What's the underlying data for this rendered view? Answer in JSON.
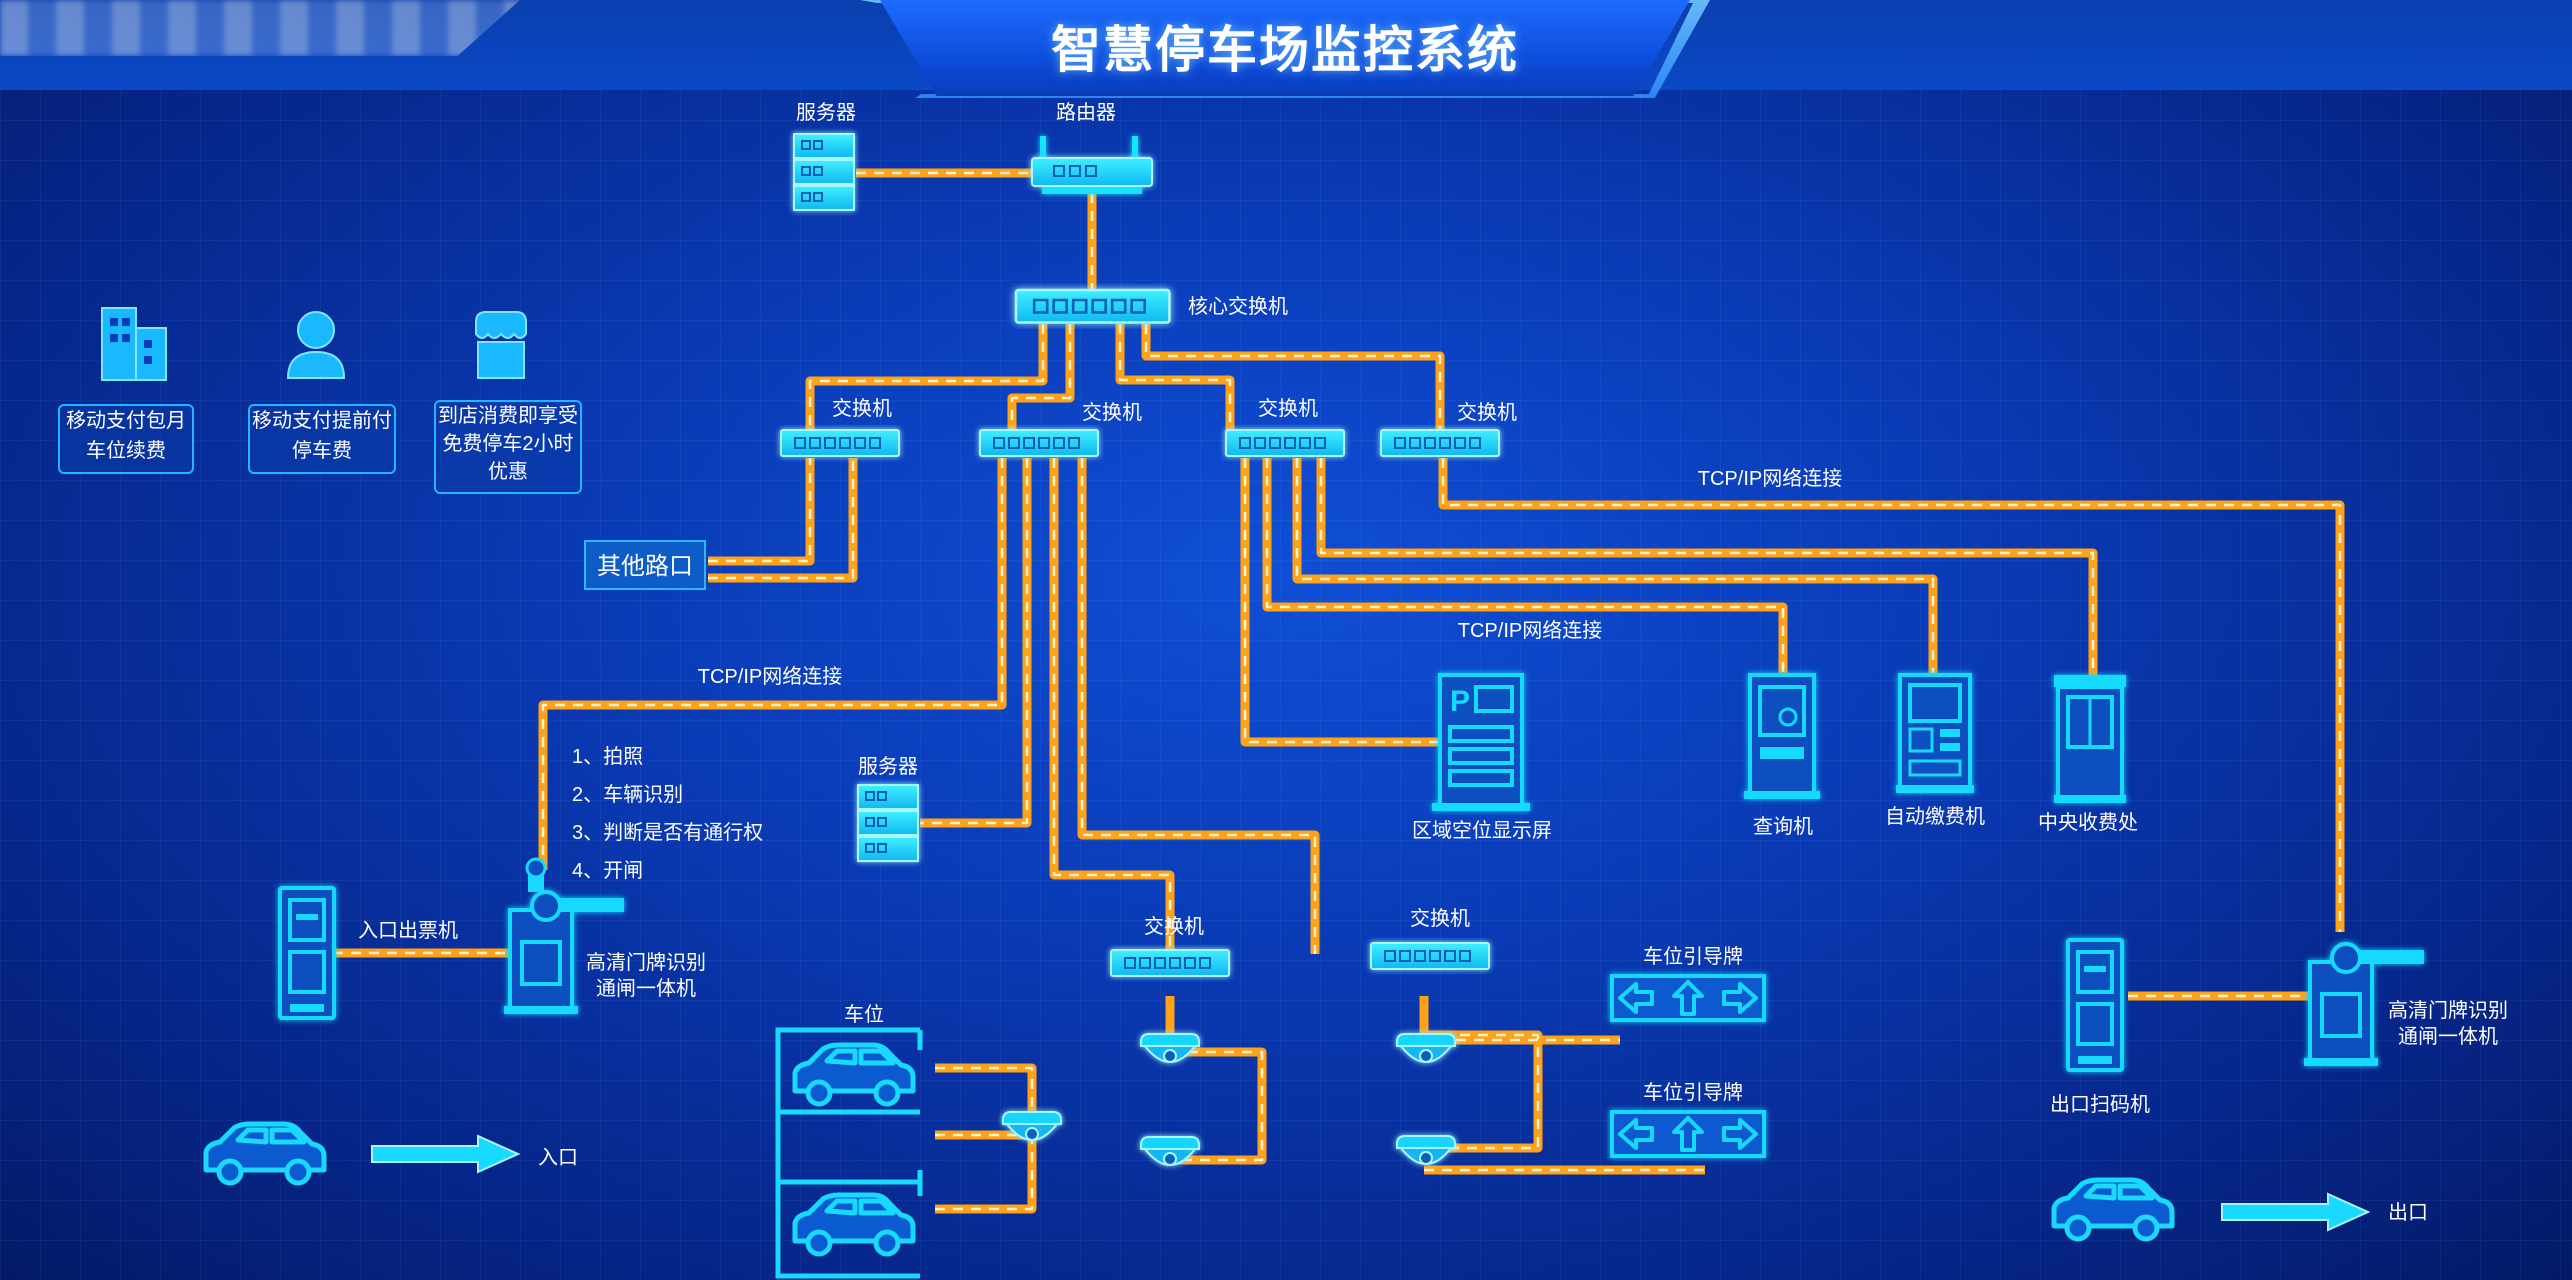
{
  "title": "智慧停车场监控系统",
  "colors": {
    "cable": "#ffa21a",
    "cable_dash": "#fff3c8",
    "device": "#19e3ff",
    "device_stroke": "#9ff4ff",
    "background": "#0a3cb8",
    "accent": "#1c6cff"
  },
  "devices": {
    "server_top": "服务器",
    "router": "路由器",
    "core_switch": "核心交换机",
    "switch_1": "交换机",
    "switch_2": "交换机",
    "switch_3": "交换机",
    "switch_4": "交换机",
    "switch_5": "交换机",
    "switch_6": "交换机",
    "server_mid": "服务器",
    "other_junction": "其他路口",
    "entry_ticket": "入口出票机",
    "entry_gate": "高清门牌识别\n通闸一体机",
    "exit_scanner": "出口扫码机",
    "exit_gate": "高清门牌识别\n通闸一体机",
    "area_display": "区域空位显示屏",
    "query_machine": "查询机",
    "auto_pay": "自动缴费机",
    "central_toll": "中央收费处",
    "parking_space": "车位",
    "guide_sign_1": "车位引导牌",
    "guide_sign_2": "车位引导牌"
  },
  "connections": {
    "tcp1": "TCP/IP网络连接",
    "tcp2": "TCP/IP网络连接",
    "tcp3": "TCP/IP网络连接"
  },
  "services": [
    {
      "label": "移动支付包月\n车位续费",
      "icon": "building-icon"
    },
    {
      "label": "移动支付提前付\n停车费",
      "icon": "user-icon"
    },
    {
      "label": "到店消费即享受\n免费停车2小时\n优惠",
      "icon": "shop-icon"
    }
  ],
  "steps": [
    "1、拍照",
    "2、车辆识别",
    "3、判断是否有通行权",
    "4、开闸"
  ],
  "flow": {
    "entry": "入口",
    "exit": "出口"
  }
}
